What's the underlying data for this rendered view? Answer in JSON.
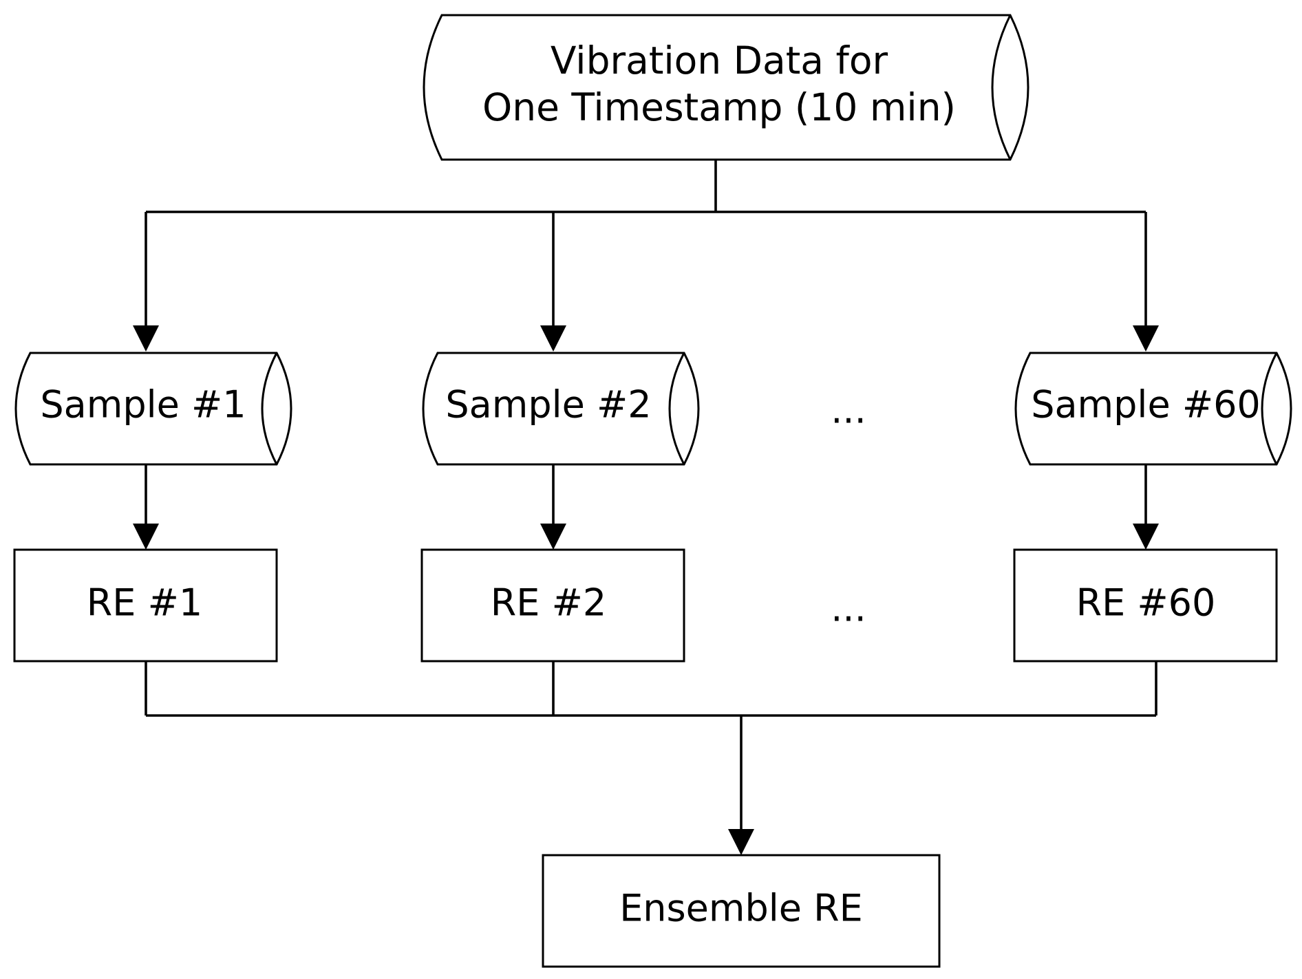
{
  "nodes": {
    "source": {
      "line1": "Vibration Data for",
      "line2": "One Timestamp (10 min)"
    },
    "samples": [
      {
        "label": "Sample #1"
      },
      {
        "label": "Sample #2"
      },
      {
        "label": "Sample #60"
      }
    ],
    "sample_ellipsis": "...",
    "re_blocks": [
      {
        "label": "RE #1"
      },
      {
        "label": "RE #2"
      },
      {
        "label": "RE #60"
      }
    ],
    "re_ellipsis": "...",
    "ensemble": {
      "label": "Ensemble RE"
    }
  },
  "colors": {
    "stroke": "#000000",
    "fill": "#ffffff",
    "text": "#000000"
  }
}
